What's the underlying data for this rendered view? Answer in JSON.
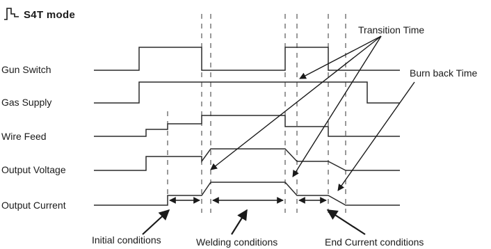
{
  "header": {
    "title": "S4T mode",
    "icon": "pulse-step-icon"
  },
  "signals": [
    {
      "key": "gun_switch",
      "label": "Gun Switch"
    },
    {
      "key": "gas_supply",
      "label": "Gas Supply"
    },
    {
      "key": "wire_feed",
      "label": "Wire Feed"
    },
    {
      "key": "output_voltage",
      "label": "Output Voltage"
    },
    {
      "key": "output_current",
      "label": "Output Current"
    }
  ],
  "annotations": {
    "transition_time": "Transition Time",
    "burn_back_time": "Burn back Time"
  },
  "phases": {
    "initial": "Initial conditions",
    "welding": "Welding conditions",
    "end": "End Current conditions"
  },
  "colors": {
    "line": "#2a2a2a",
    "text": "#1a1a1a",
    "background": "#ffffff"
  }
}
